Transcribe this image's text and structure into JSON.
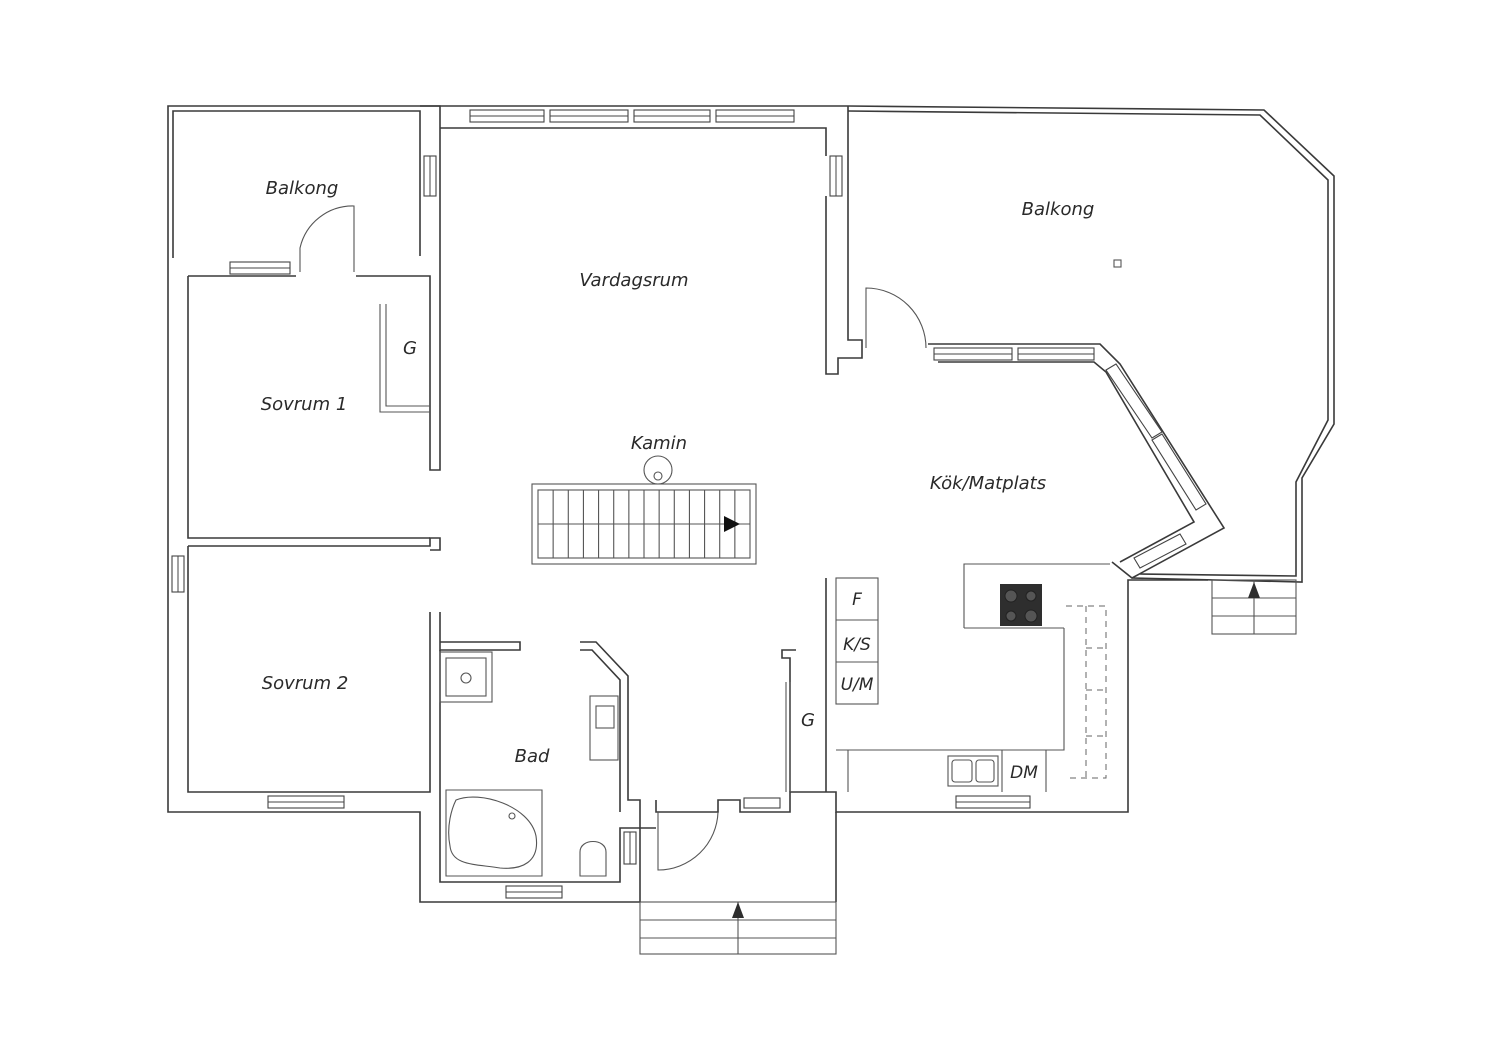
{
  "labels": {
    "balkong_left": "Balkong",
    "balkong_right": "Balkong",
    "vardagsrum": "Vardagsrum",
    "sovrum1": "Sovrum 1",
    "sovrum2": "Sovrum 2",
    "garderob_sovrum1": "G",
    "garderob_hall": "G",
    "kamin": "Kamin",
    "kok": "Kök/Matplats",
    "bad": "Bad",
    "fridge": "F",
    "freezer": "K/S",
    "oven": "U/M",
    "dishwasher": "DM"
  },
  "colors": {
    "wall": "#3a3a3a",
    "background": "#ffffff",
    "text": "#2a2a2a"
  }
}
